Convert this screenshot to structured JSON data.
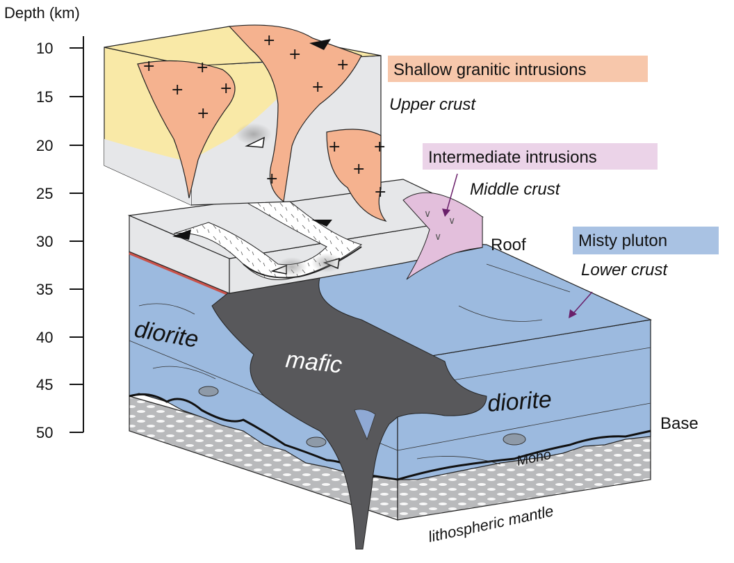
{
  "axis": {
    "title": "Depth (km)",
    "ticks": [
      "10",
      "15",
      "20",
      "25",
      "30",
      "35",
      "40",
      "45",
      "50"
    ]
  },
  "labels": {
    "shallow": "Shallow granitic intrusions",
    "upper_crust": "Upper crust",
    "intermediate": "Intermediate intrusions",
    "middle_crust": "Middle crust",
    "roof": "Roof",
    "misty": "Misty pluton",
    "lower_crust": "Lower crust",
    "base": "Base",
    "moho": "Moho",
    "mantle": "lithospheric mantle",
    "diorite_left": "diorite",
    "mafic": "mafic",
    "diorite_right": "diorite"
  },
  "colors": {
    "granite": "#f5b28f",
    "upper": "#f9e9a7",
    "crust_grey": "#e6e7e9",
    "intermediate": "#e3bfdc",
    "pluton": "#9cbadf",
    "mafic": "#58585b",
    "mantle": "#b6b7b9"
  }
}
